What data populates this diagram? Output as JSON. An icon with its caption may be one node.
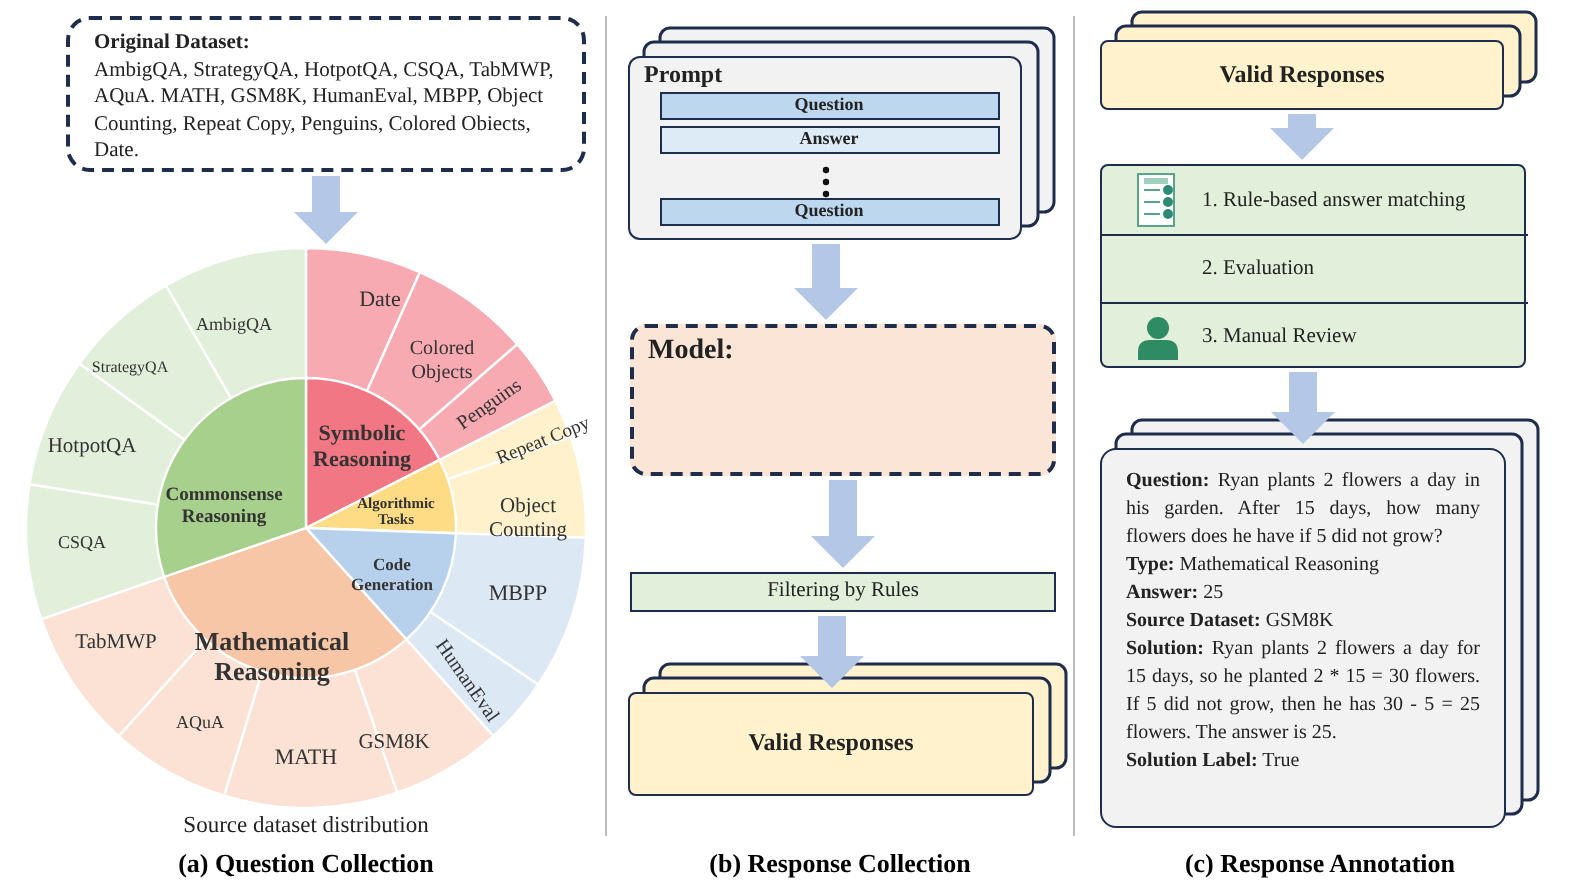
{
  "diagram": {
    "nodes": [
      {
        "text": [
          "Original Dataset:",
          "AmbigQA, StrategyQA, HotpotQA, CSQA, TabMWP, AQuA. MATH, GSM8K, HumanEval, MBPP, Object Counting, Repeat Copy, Penguins, Colored Obiects, Date."
        ]
      },
      {
        "text": [],
        "shape": "circle",
        "beside": [
          "Source dataset distribution"
        ]
      },
      {
        "text": [
          "Prompt"
        ]
      },
      {
        "text": [
          "Question"
        ],
        "in": 2
      },
      {
        "text": [
          "Answer"
        ],
        "in": 2
      },
      {
        "text": [
          "Question"
        ],
        "in": 2
      },
      {
        "text": [
          "Model:"
        ]
      },
      {
        "text": [
          "Filtering by Rules"
        ]
      },
      {
        "text": [
          "Valid Responses"
        ]
      },
      {
        "text": [
          "Valid Responses"
        ]
      },
      {
        "text": [],
        "shape": "box"
      },
      {
        "text": [
          "1. Rule-based answer matching"
        ],
        "in": 10
      },
      {
        "text": [
          "2. Evaluation"
        ],
        "in": 10
      },
      {
        "text": [
          "3. Manual Review"
        ],
        "in": 10
      },
      {
        "text": [
          "**Question:** Ryan plants 2 flowers a day in his garden. After 15 days, how many flowers does he have if 5 did not grow?",
          "**Type:** Mathematical Reasoning",
          "**Answer:** 25",
          "**Source Dataset:** GSM8K",
          "**Solution:** Ryan plants 2 flowers a day for 15 days, so he planted 2 * 15 = 30 flowers. If 5 did not grow, then he has 30 - 5 = 25 flowers. The answer is 25.",
          "**Solution Label:** True"
        ]
      }
    ],
    "edges": [
      {
        "from": 0,
        "to": 1,
        "arrow": "to"
      },
      {
        "from": 2,
        "to": 6,
        "arrow": "to"
      },
      {
        "from": 6,
        "to": 7,
        "arrow": "to"
      },
      {
        "from": 7,
        "to": 8,
        "arrow": "to"
      },
      {
        "from": 9,
        "to": 10,
        "arrow": "to"
      },
      {
        "from": 10,
        "to": 14,
        "arrow": "to"
      }
    ],
    "labels": [
      "Symbolic Reasoning",
      "Algorithmic Tasks",
      "Code Generation",
      "Mathematical Reasoning",
      "Commonsense Reasoning",
      "Date",
      "Colored Objects",
      "Penguins",
      "Repeat Copy",
      "Object Counting",
      "MBPP",
      "HumanEval",
      "GSM8K",
      "MATH",
      "AQuA",
      "TabMWP",
      "CSQA",
      "HotpotQA",
      "StrategyQA",
      "AmbigQA",
      "(a) Question Collection",
      "(b) Response Collection",
      "(c) Response Annotation"
    ]
  }
}
